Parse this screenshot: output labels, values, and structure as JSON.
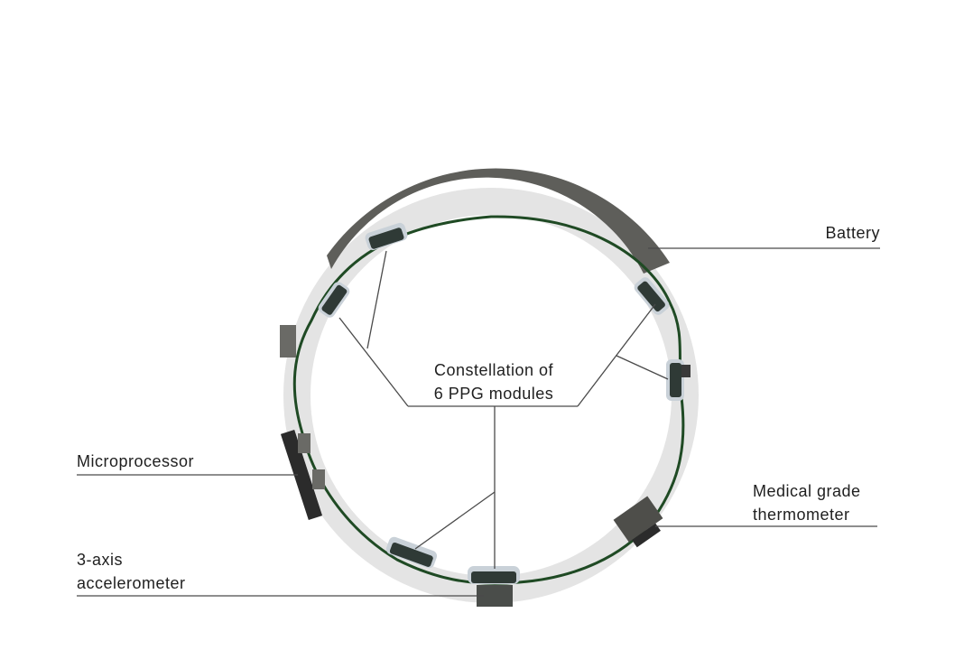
{
  "labels": {
    "battery": "Battery",
    "ppg_line1": "Constellation of",
    "ppg_line2": "6 PPG modules",
    "microprocessor": "Microprocessor",
    "accelerometer_line1": "3-axis",
    "accelerometer_line2": "accelerometer",
    "thermometer_line1": "Medical grade",
    "thermometer_line2": "thermometer"
  },
  "colors": {
    "ring": "#e3e3e3",
    "battery": "#5e5e5a",
    "circuit": "#1f4a24",
    "module": "#2f3a36",
    "module_glass": "#c9d1d8",
    "leader": "#4a4a4a"
  }
}
